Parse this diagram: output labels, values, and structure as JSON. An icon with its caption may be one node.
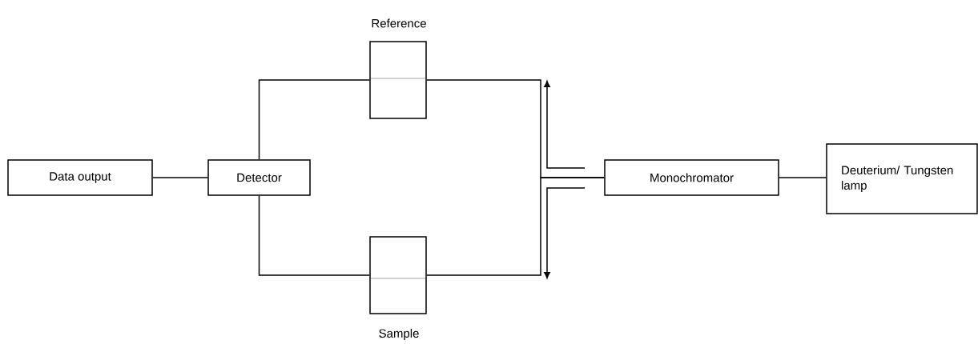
{
  "diagram": {
    "nodes": [
      {
        "text": [
          "Data output"
        ]
      },
      {
        "text": [
          "Detector"
        ]
      },
      {
        "text": [
          "Reference"
        ]
      },
      {
        "text": [
          "Sample"
        ]
      },
      {
        "text": [
          "Monochromator"
        ]
      },
      {
        "text": [
          "Deuterium/ Tungsten lamp"
        ]
      }
    ],
    "edges": [
      {
        "from": 0,
        "to": 1,
        "arrow": "none"
      },
      {
        "from": 1,
        "to": 2,
        "arrow": "none"
      },
      {
        "from": 1,
        "to": 3,
        "arrow": "none"
      },
      {
        "from": 2,
        "to": 4,
        "arrow": "none"
      },
      {
        "from": 3,
        "to": 4,
        "arrow": "none"
      },
      {
        "from": 4,
        "to": 5,
        "arrow": "none"
      }
    ]
  }
}
